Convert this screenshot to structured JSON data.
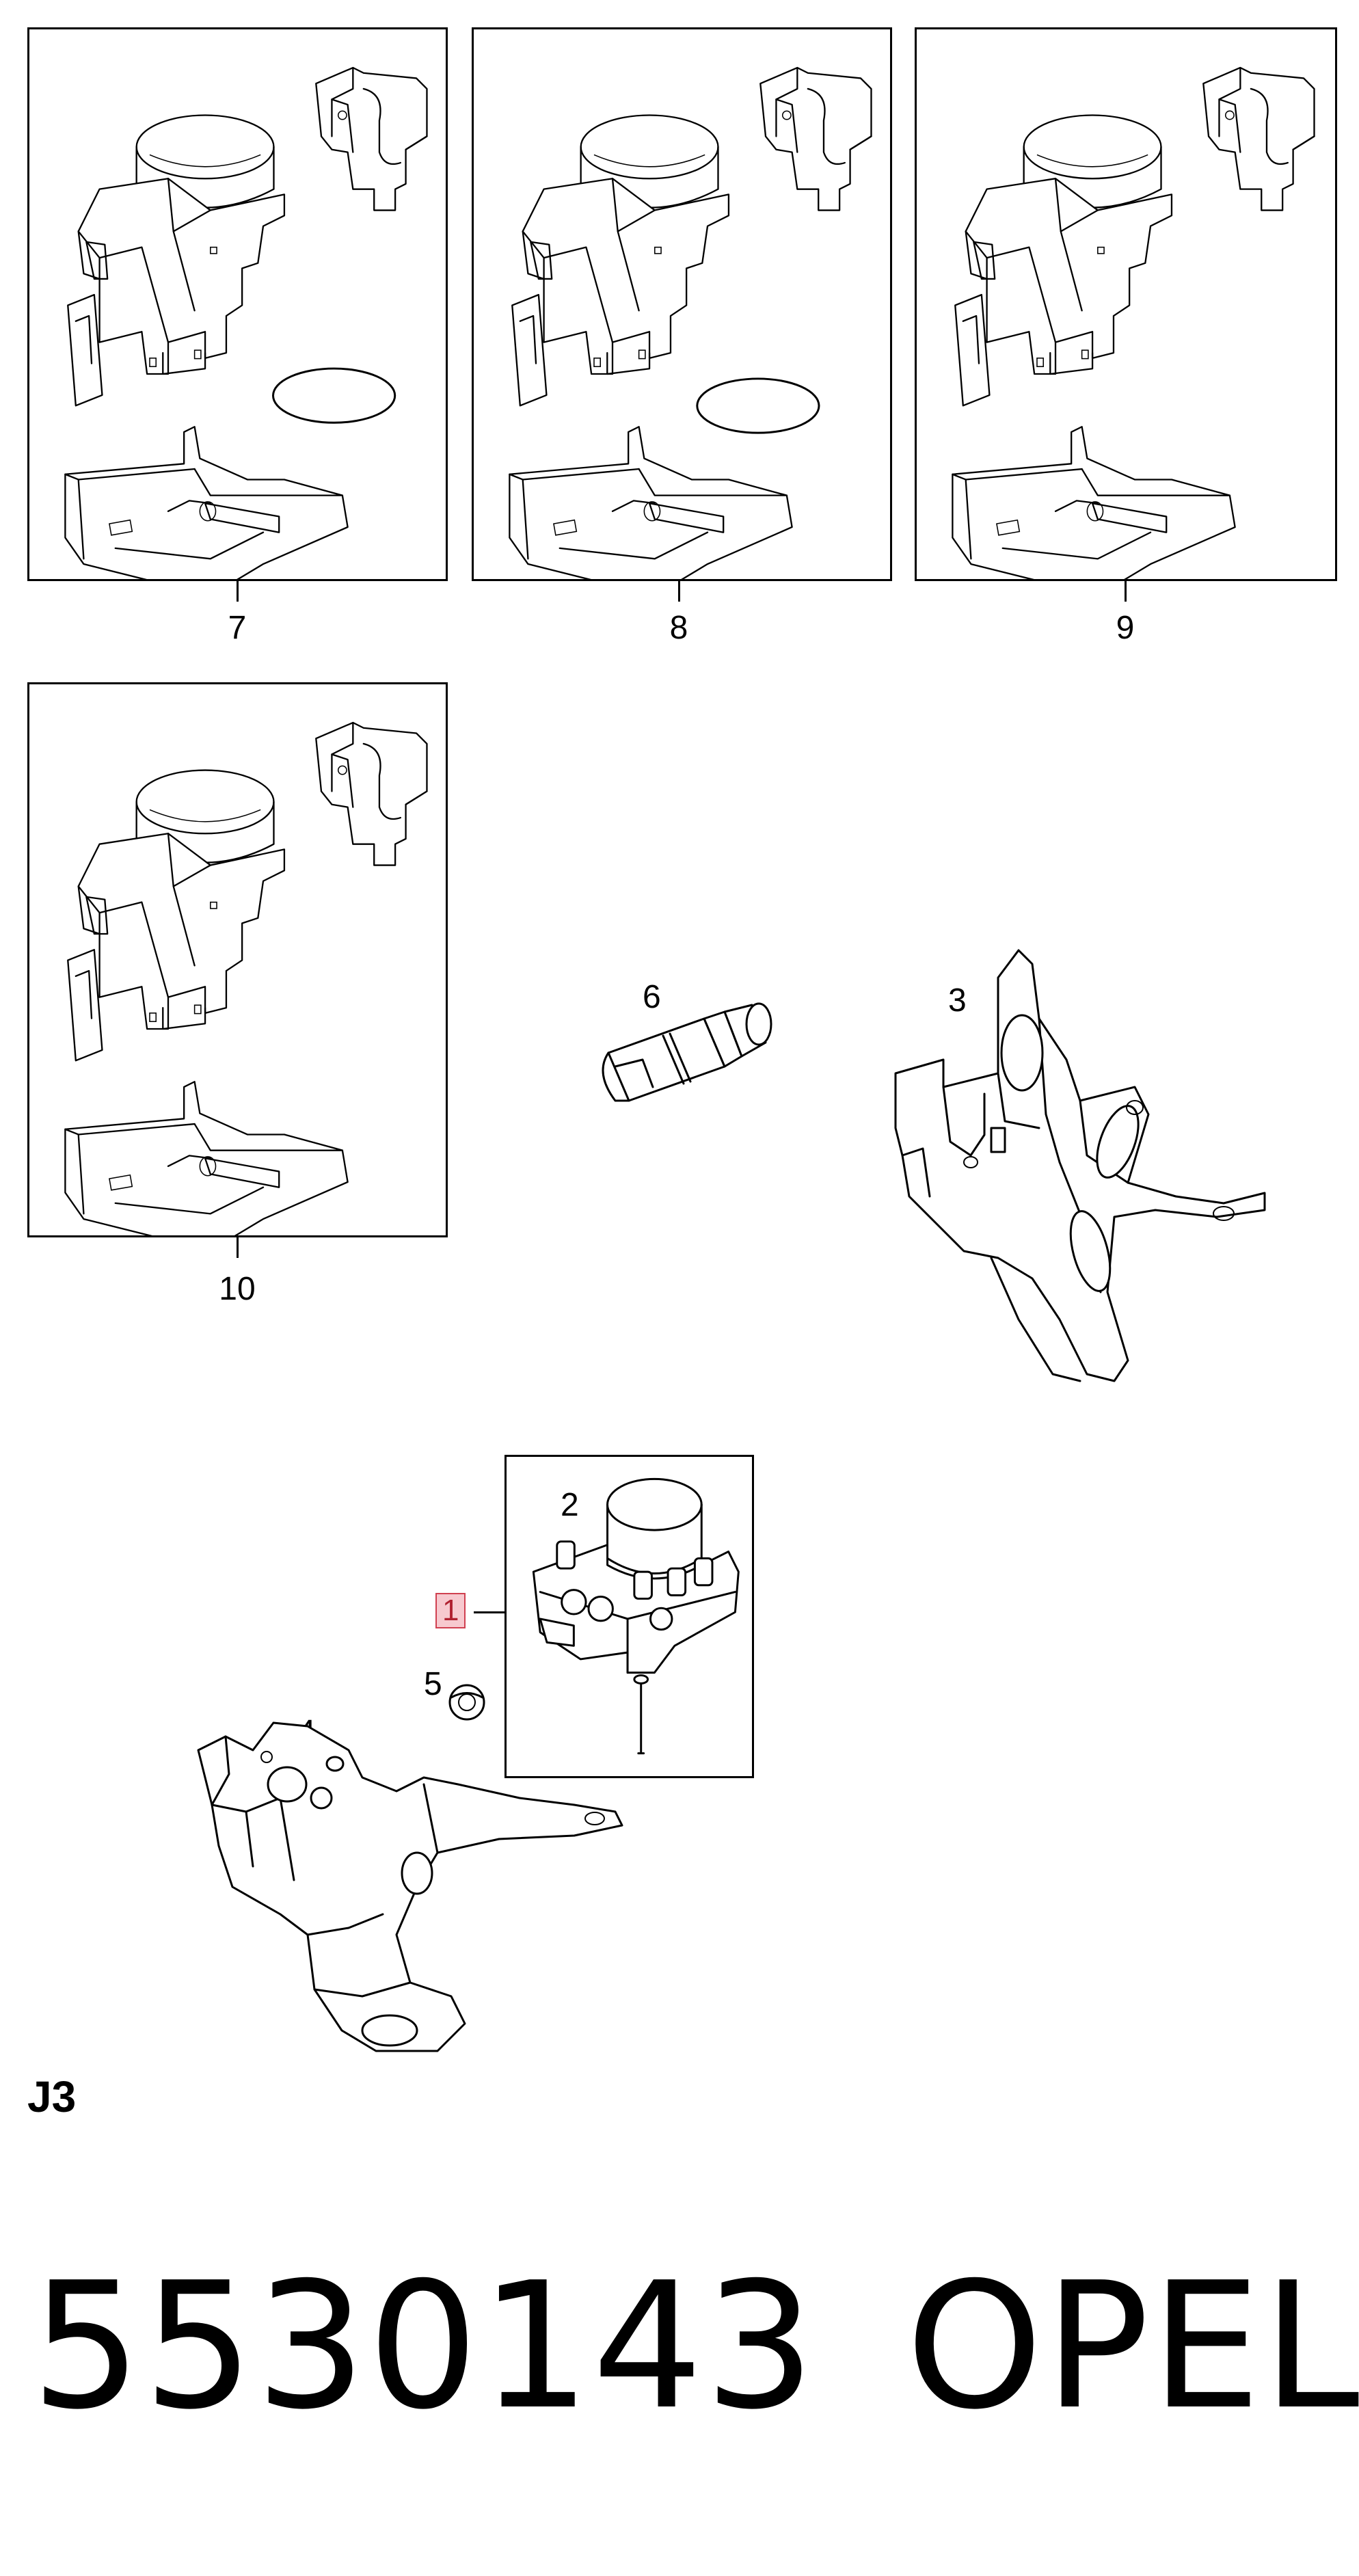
{
  "panels": [
    {
      "id": "7",
      "label": "7"
    },
    {
      "id": "8",
      "label": "8"
    },
    {
      "id": "9",
      "label": "9"
    },
    {
      "id": "10",
      "label": "10"
    }
  ],
  "callouts": {
    "sensor": "6",
    "bracket_right": "3",
    "module_top": "2",
    "module_ref": "1",
    "grommet": "5",
    "bracket_left": "4"
  },
  "section_code": "J3",
  "part_number": "5530143",
  "brand": "OPEL",
  "colors": {
    "highlight_fill": "#f7c9cf",
    "highlight_border": "#d04050"
  }
}
